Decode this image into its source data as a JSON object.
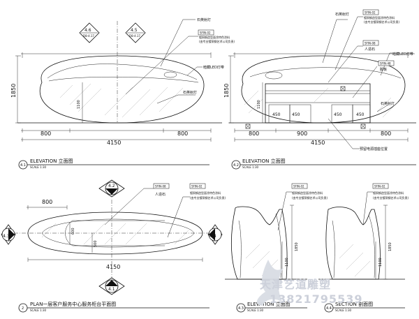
{
  "views": {
    "elev1": {
      "marker": "4.1",
      "title": "ELEVATION 立面图",
      "scale": "SCALE 1:30",
      "dims": {
        "total": "4150",
        "left": "800",
        "right": "800",
        "height": "1850",
        "inner": "1100"
      },
      "sections": [
        {
          "id": "4.6",
          "sheet": "D8-4.17"
        },
        {
          "id": "4.5",
          "sheet": "D8-4.17"
        }
      ],
      "notes": {
        "lamp": "石英射灯",
        "spec": "SFIN-02",
        "paint1": "镀铜钢造型面涂特色涂料",
        "paint2": "(由专业镀铜钢艺术公司负责)",
        "led": "暗藏LED灯带"
      }
    },
    "elev2": {
      "marker": "4.2",
      "title": "ELEVATION 立面图",
      "scale": "SCALE 1:30",
      "dims": {
        "total": "4150",
        "left": "800",
        "mid": "900",
        "right": "800",
        "height": "1850",
        "inner": "1100",
        "d450a": "450",
        "d450b": "450",
        "d450c": "450",
        "d450d": "450"
      },
      "notes": {
        "lamp": "石英射灯",
        "spec1": "SFIN-02",
        "paint1": "镀铜钢造型面涂特色涂料",
        "paint2": "(由专业镀铜钢艺术公司负责)",
        "spec2": "SFIN-08",
        "stone": "人造石",
        "led": "暗藏LED灯带",
        "spec3": "SFIN-48",
        "board": "胶板",
        "socket": "预留电源插座位置"
      }
    },
    "plan": {
      "marker": "2",
      "title": "PLAN一层客户服务中心服务柜台平面图",
      "scale": "SCALE 1:30",
      "dims": {
        "total": "4150",
        "left": "800",
        "d600": "600",
        "d500": "500"
      },
      "sections": [
        {
          "id": "4.2"
        },
        {
          "id": "4.3"
        },
        {
          "id": "4.4"
        },
        {
          "id": "4.1"
        }
      ],
      "notes": {
        "spec1": "SFIN-08",
        "stone": "人造石",
        "spec2": "SFIN-02",
        "paint1": "镀铜钢造型面涂特色涂料",
        "paint2": "(由专业镀铜钢艺术公司负责)"
      }
    },
    "elev3": {
      "marker": "4.3",
      "title": "ELEVATION 立面图",
      "scale": "SCALE 1:30",
      "dims": {
        "height": "1850",
        "inner": "1100"
      },
      "notes": {
        "spec": "SFIN-02",
        "paint1": "镀铜钢造型面涂特色涂料",
        "paint2": "(由专业镀铜钢艺术公司负责)"
      }
    },
    "sect": {
      "marker": "4.4",
      "title": "SECTION 剖面图",
      "scale": "SCALE 1:30",
      "dims": {
        "height": "1850",
        "inner": "1100"
      },
      "notes": {
        "spec": "SFIN-02",
        "paint1": "镀铜钢造型面涂特色涂料",
        "paint2": "(由专业镀铜钢艺术公司负责)"
      }
    }
  },
  "watermark": {
    "name": "天津艺道雕塑",
    "phone": "13821795539"
  }
}
